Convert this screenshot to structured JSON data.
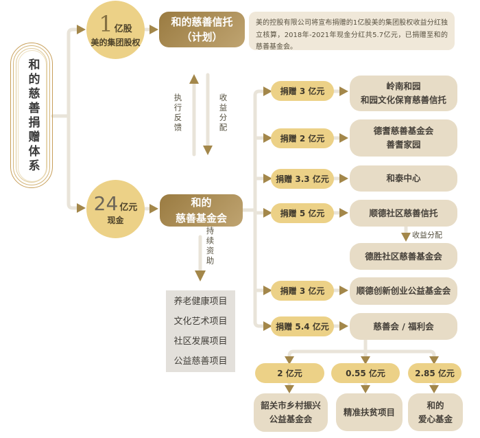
{
  "diagram_title": "和的慈善捐赠体系",
  "sources": {
    "share": {
      "number": "1",
      "unit": "亿股",
      "label": "美的集团股权"
    },
    "cash": {
      "number": "24",
      "unit": "亿元",
      "label": "现金"
    }
  },
  "entities": {
    "trust": "和的慈善信托\n（计划）",
    "foundation": "和的\n慈善基金会"
  },
  "note": "美的控股有限公司将宣布捐赠的1亿股美的集团股权收益分红独立核算，2018年-2021年现金分红共5.7亿元，已捐赠至和的慈善基金会。",
  "flow_labels": {
    "execution_feedback": "执行反馈",
    "income_distribution": "收益分配",
    "continuous_funding": "持续资助",
    "trust_income_distribution": "收益分配"
  },
  "projects_box": {
    "items": [
      "养老健康项目",
      "文化艺术项目",
      "社区发展项目",
      "公益慈善项目"
    ]
  },
  "donations": [
    {
      "amount": "捐赠 3 亿元",
      "target": "岭南和园\n和园文化保育慈善信托"
    },
    {
      "amount": "捐赠 2 亿元",
      "target": "德耆慈善基金会\n善耆家园"
    },
    {
      "amount": "捐赠 3.3 亿元",
      "target": "和泰中心"
    },
    {
      "amount": "捐赠 5 亿元",
      "target": "顺德社区慈善信托"
    },
    {
      "amount": "捐赠 3 亿元",
      "target": "顺德创新创业公益基金会"
    },
    {
      "amount": "捐赠 5.4 亿元",
      "target": "慈善会 / 福利会"
    }
  ],
  "trust_sub_target": "德胜社区慈善基金会",
  "charity_splits": [
    {
      "amount": "2 亿元",
      "target": "韶关市乡村振兴\n公益基金会"
    },
    {
      "amount": "0.55 亿元",
      "target": "精准扶贫项目"
    },
    {
      "amount": "2.85 亿元",
      "target": "和的\n爱心基金"
    }
  ],
  "colors": {
    "gold": "#ecd187",
    "dark-gold-1": "#9a7b41",
    "dark-gold-2": "#bfa471",
    "beige-box": "#e7dcc6",
    "note-bg": "#f0e8d9",
    "line": "#e9e4d9",
    "arrow": "#a3874a",
    "gray-box": "#e3e0db",
    "ring": "#c79e58",
    "text-dark": "#3e382c"
  }
}
